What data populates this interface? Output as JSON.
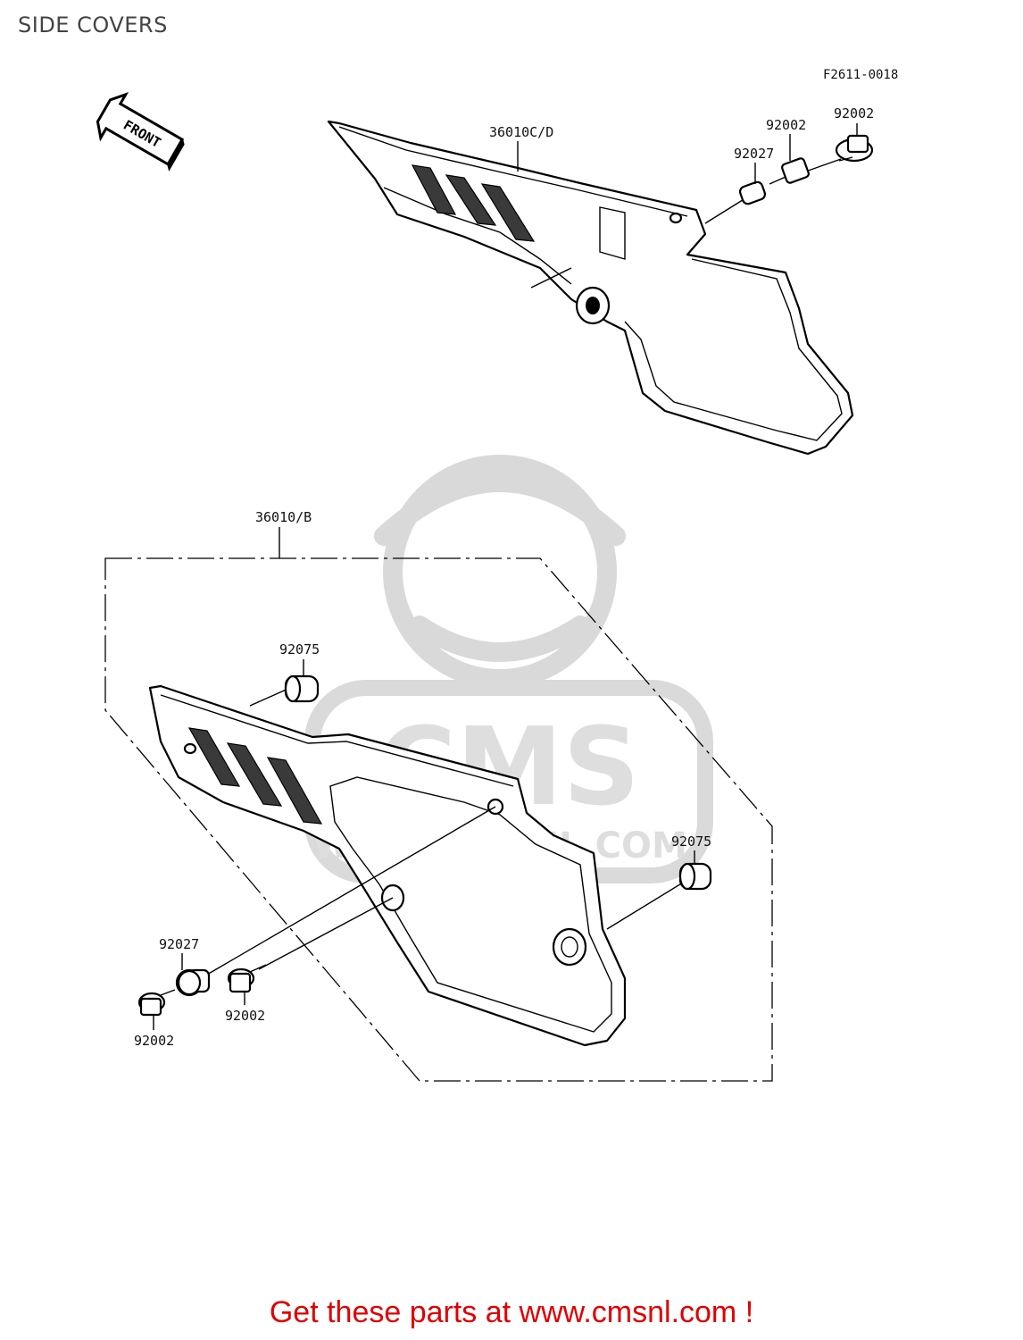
{
  "title": "SIDE COVERS",
  "figure_ref": "F2611-0018",
  "front_label": "FRONT",
  "watermark": {
    "logo_text": "CMS",
    "url_text": "WWW.CMSNL.COM"
  },
  "parts_upper": {
    "cover": "36010C/D",
    "bolt_left": "92002",
    "bolt_right": "92002",
    "collar": "92027"
  },
  "parts_lower": {
    "assembly": "36010/B",
    "grommet_top": "92075",
    "grommet_right": "92075",
    "collar": "92027",
    "bolt_center": "92002",
    "bolt_left": "92002"
  },
  "promo_text": "Get these parts at www.cmsnl.com !"
}
